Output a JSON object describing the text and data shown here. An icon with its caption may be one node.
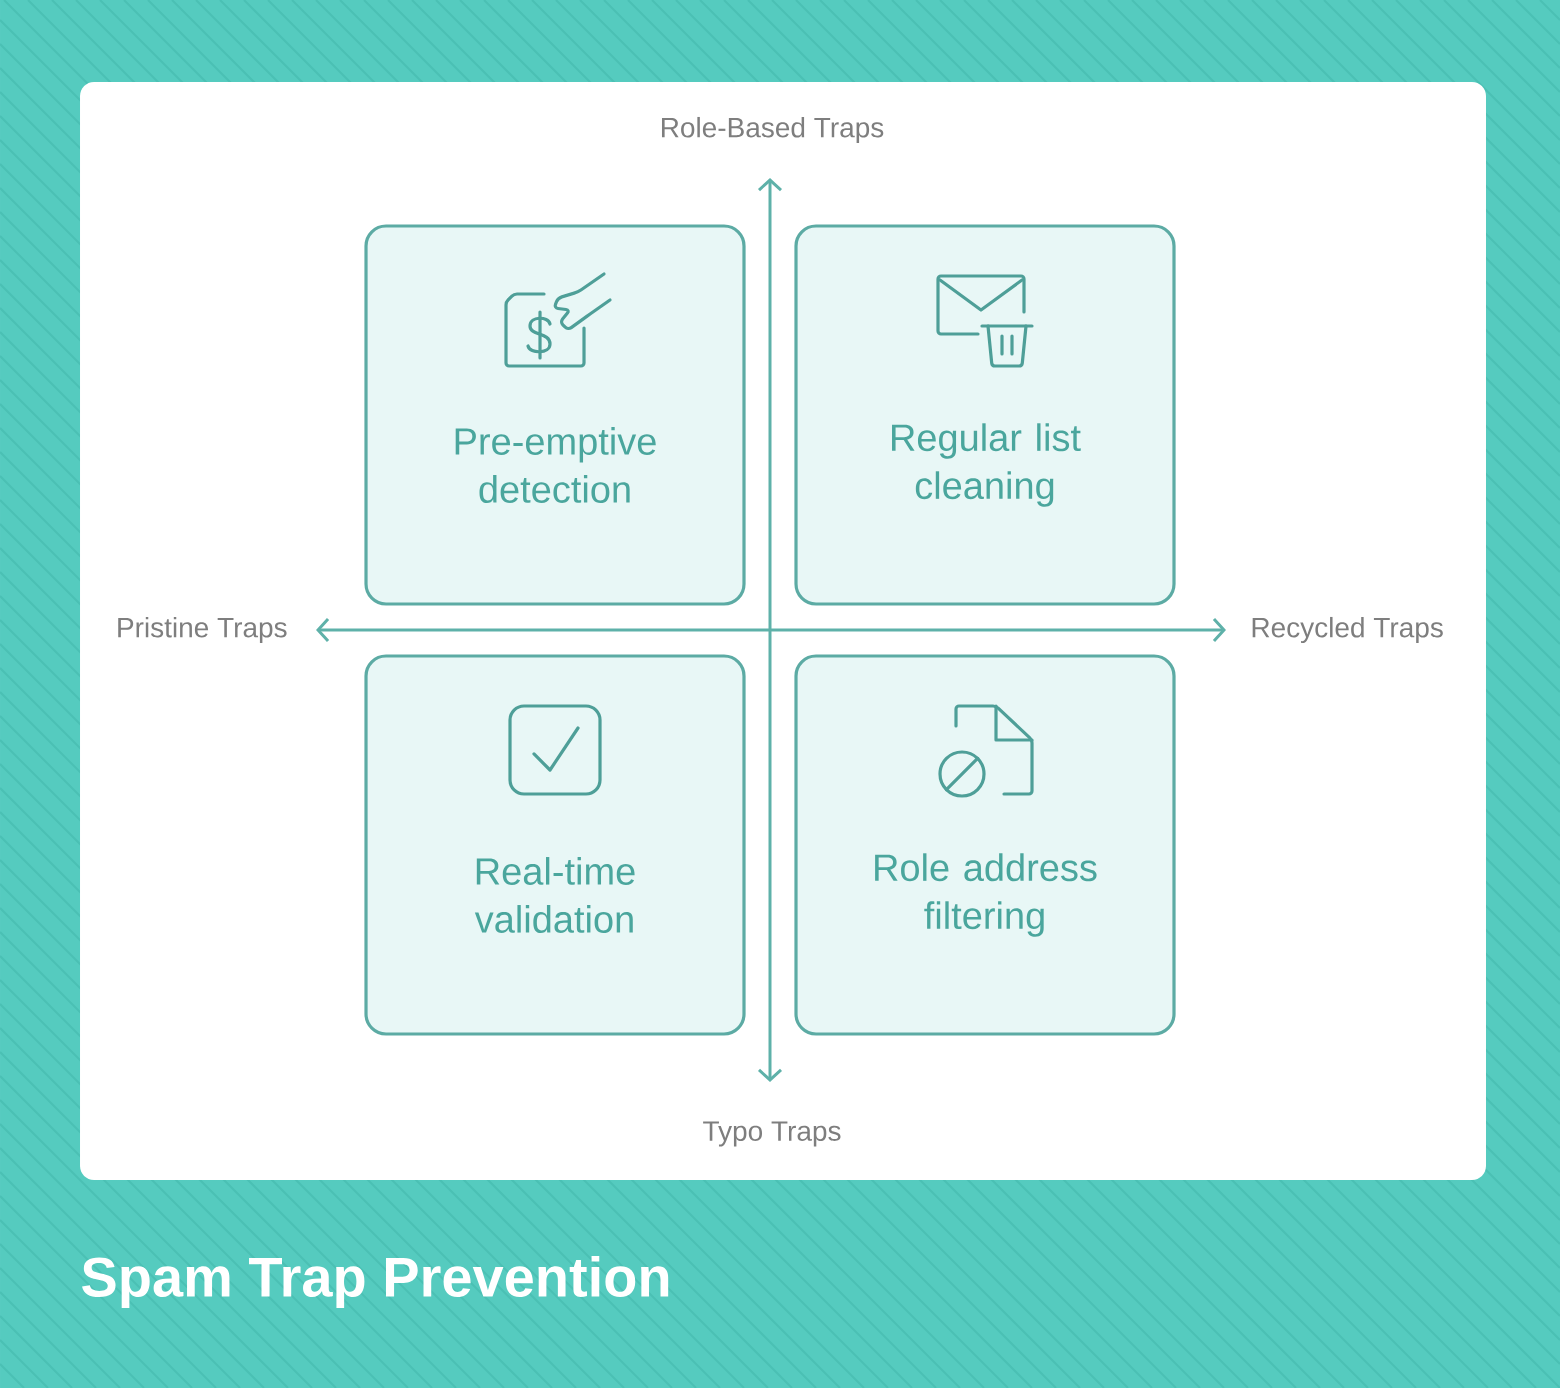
{
  "diagram": {
    "title": "Spam Trap Prevention",
    "nodes": [
      {
        "text": [
          "Pre-emptive detection"
        ]
      },
      {
        "text": [
          "Regular list cleaning"
        ]
      },
      {
        "text": [
          "Real-time validation"
        ]
      },
      {
        "text": [
          "Role address filtering"
        ]
      }
    ],
    "labels": [
      "Role-Based Traps",
      "Pristine Traps",
      "Recycled Traps",
      "Typo Traps"
    ]
  }
}
